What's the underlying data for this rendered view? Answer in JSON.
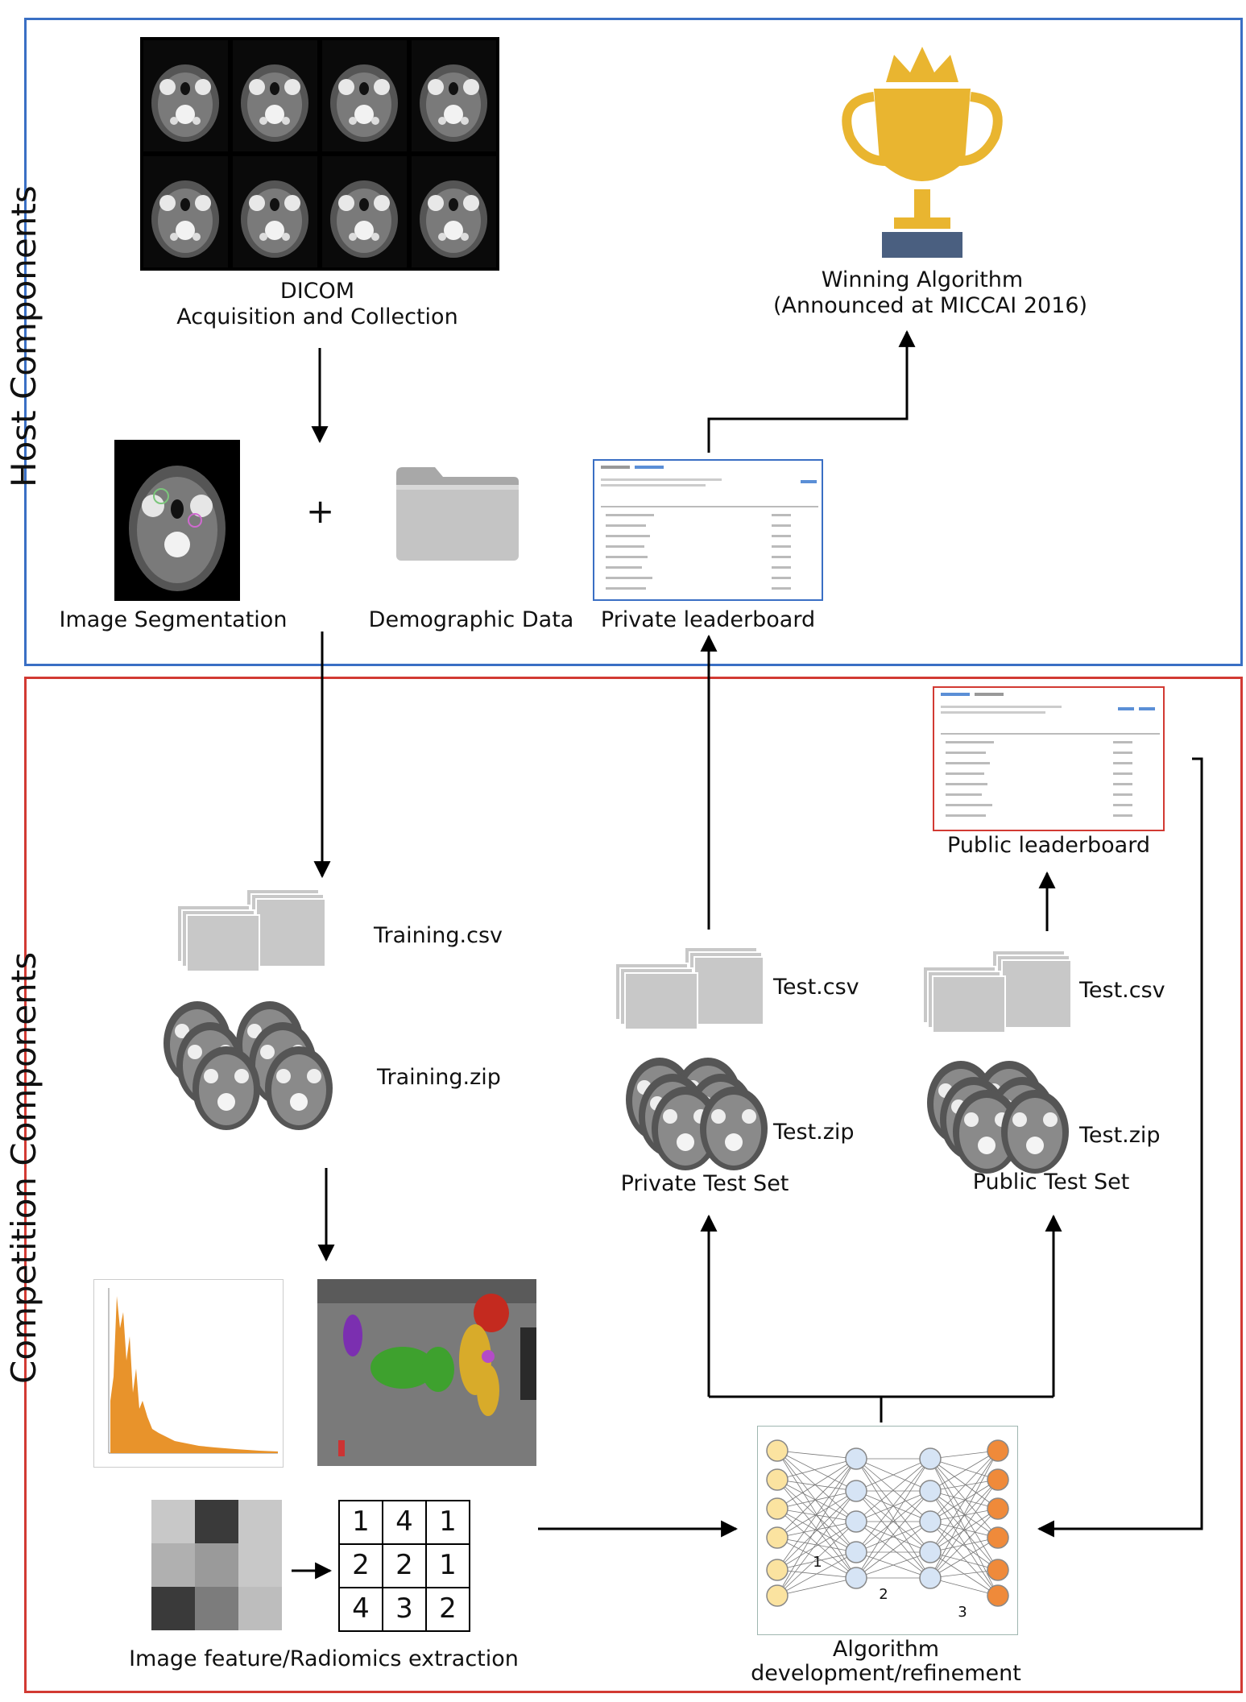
{
  "sections": {
    "host": {
      "title": "Host Components",
      "border_color": "#3a6fc4"
    },
    "competition": {
      "title": "Competition Components",
      "border_color": "#d23a33"
    }
  },
  "host_nodes": {
    "dicom_line1": "DICOM",
    "dicom_line2": "Acquisition and Collection",
    "winning_line1": "Winning Algorithm",
    "winning_line2": "(Announced at MICCAI 2016)",
    "image_segmentation": "Image Segmentation",
    "plus": "+",
    "demographic_data": "Demographic Data",
    "private_leaderboard": "Private leaderboard"
  },
  "competition_nodes": {
    "public_leaderboard": "Public leaderboard",
    "training_csv": "Training.csv",
    "training_zip": "Training.zip",
    "private_test_csv": "Test.csv",
    "private_test_zip": "Test.zip",
    "private_test_set": "Private Test Set",
    "public_test_csv": "Test.csv",
    "public_test_zip": "Test.zip",
    "public_test_set": "Public Test Set",
    "radiomics": "Image feature/Radiomics extraction",
    "algorithm_line1": "Algorithm",
    "algorithm_line2": "development/refinement",
    "matrix": [
      [
        "1",
        "4",
        "1"
      ],
      [
        "2",
        "2",
        "1"
      ],
      [
        "4",
        "3",
        "2"
      ]
    ],
    "nn_layer_labels": [
      "1",
      "2",
      "3"
    ]
  },
  "colors": {
    "trophy_gold": "#e9b530",
    "trophy_base": "#4a5f80",
    "folder_gray": "#b5b5b5",
    "histogram_orange": "#e8932b",
    "nn_input": "#fbe3a0",
    "nn_hidden": "#d6e4f5",
    "nn_output": "#ef8a3a",
    "arrow": "#000000"
  }
}
